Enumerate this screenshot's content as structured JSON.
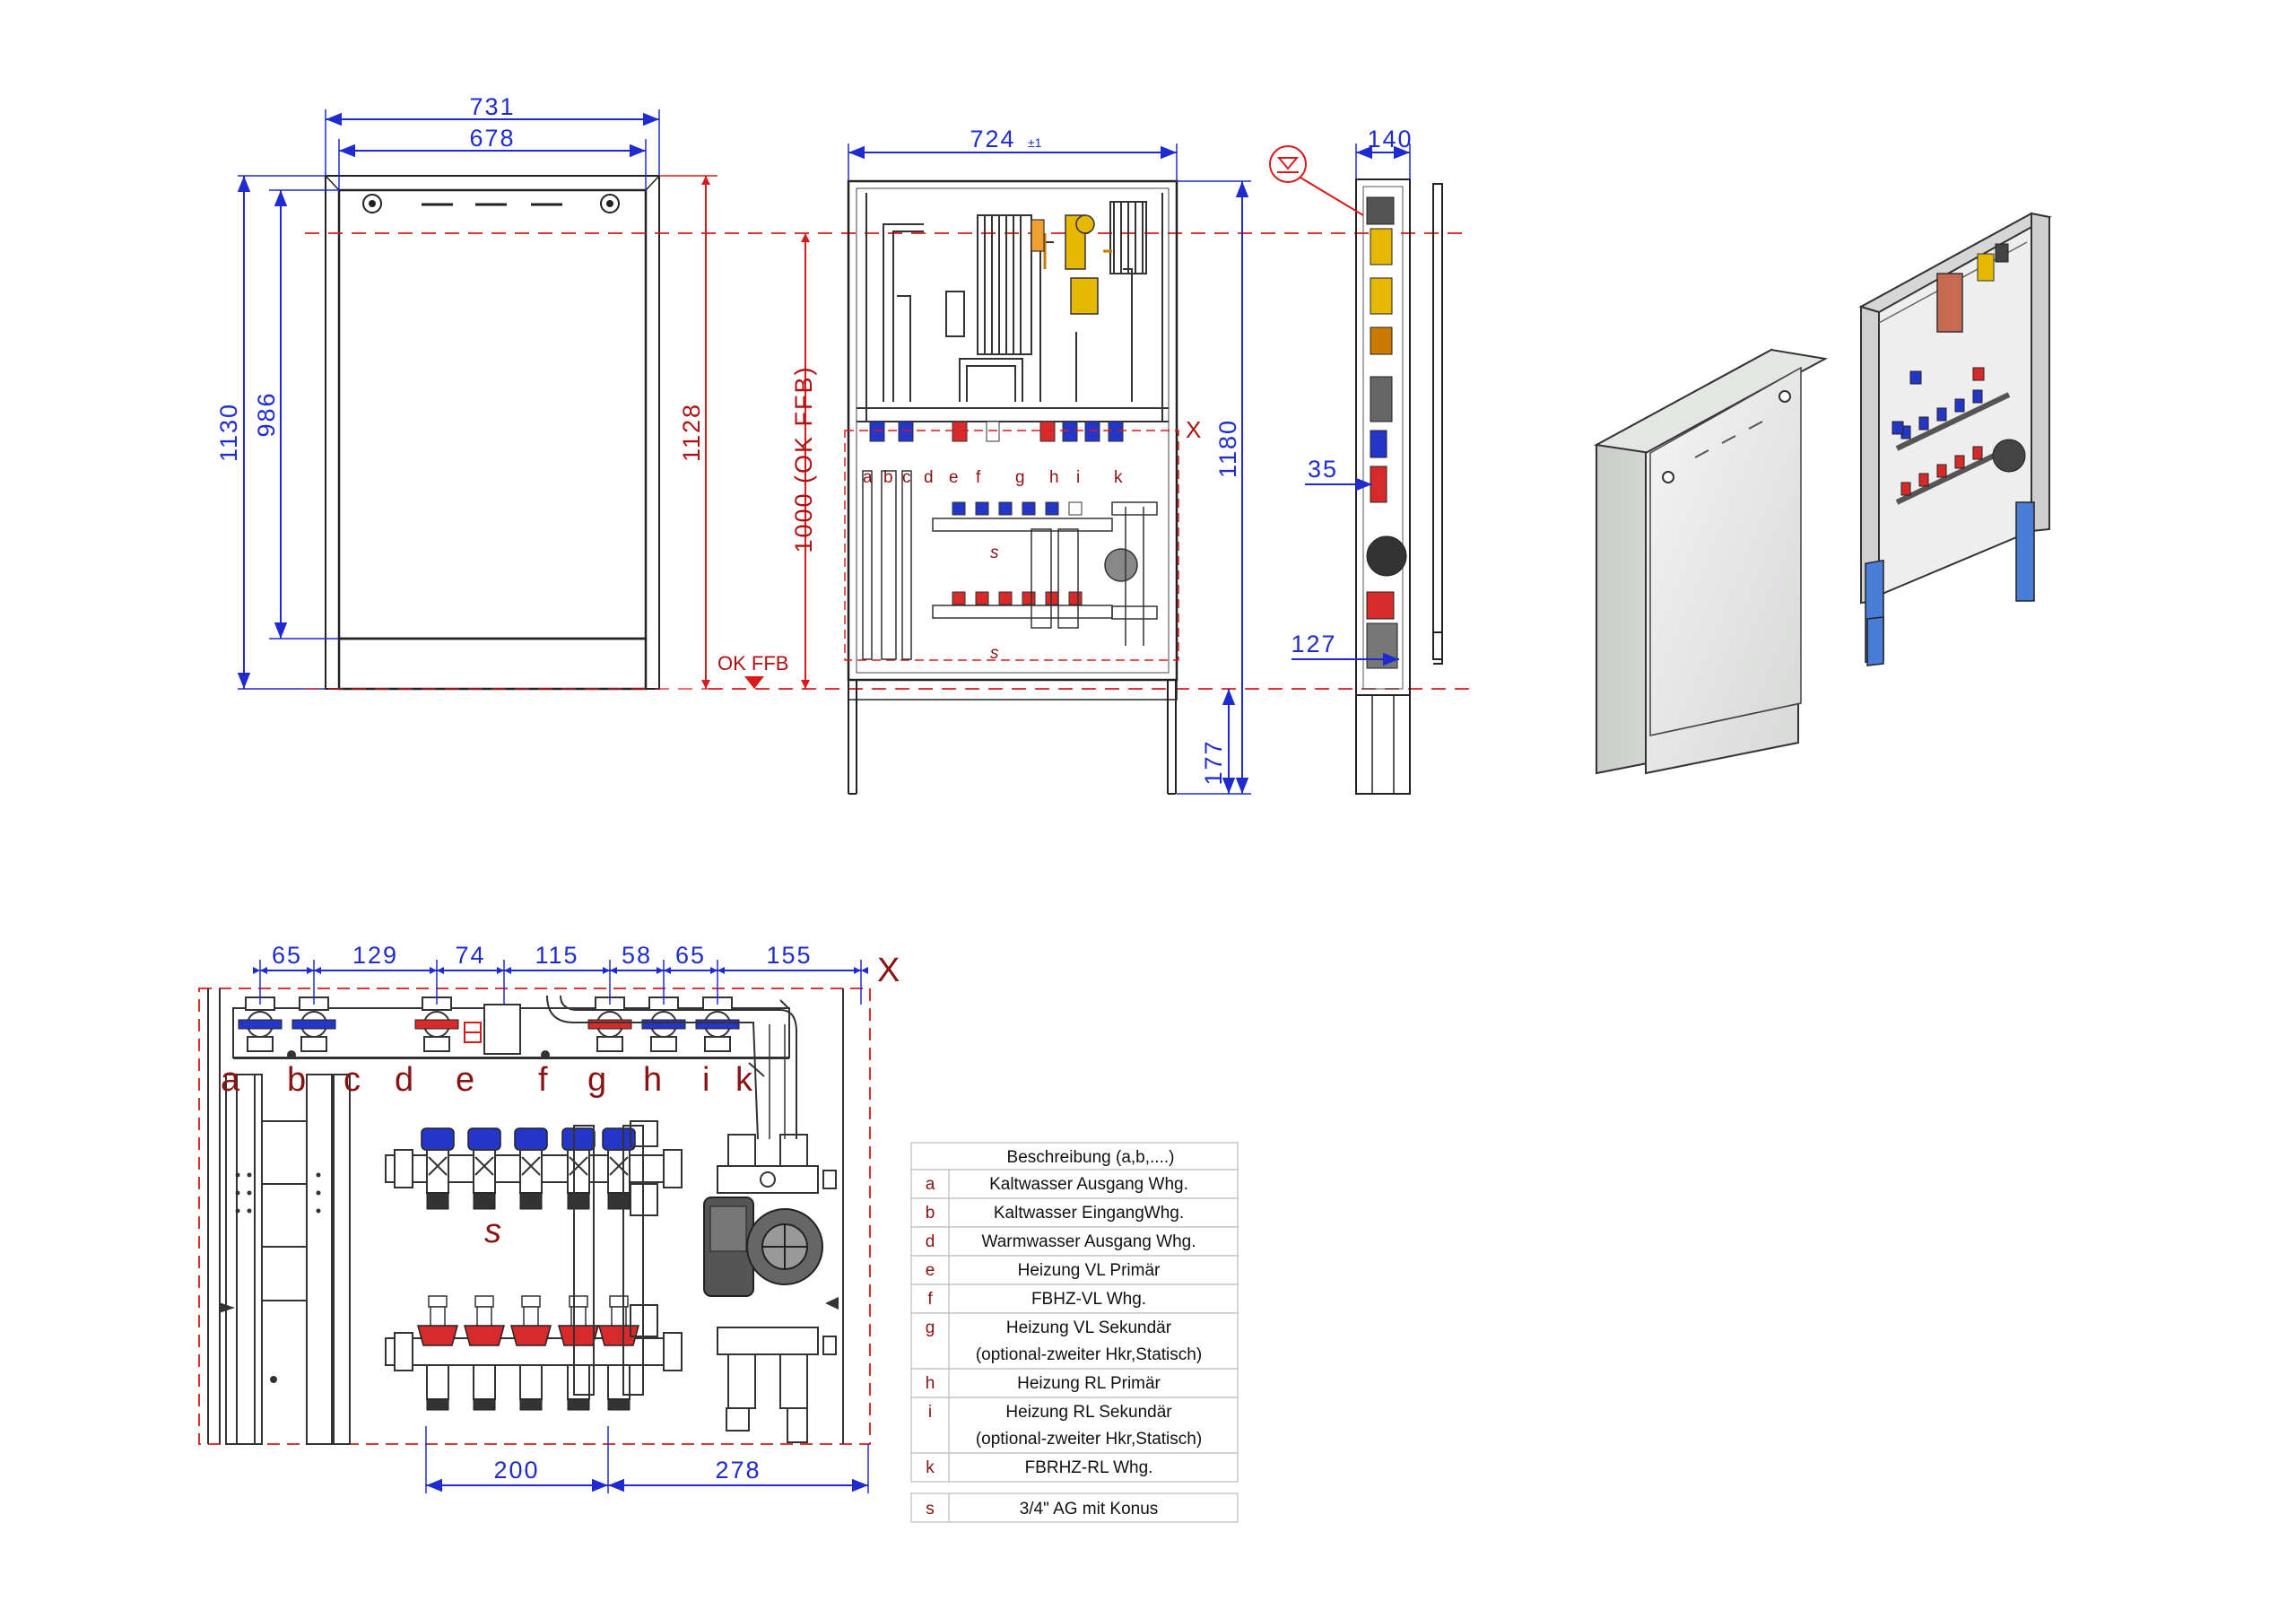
{
  "front_view": {
    "width_outer": "731",
    "width_inner": "678",
    "height_total": "1130",
    "height_door": "986",
    "height_frame": "1128"
  },
  "interior_view": {
    "width": "724",
    "width_tol": "±1",
    "height_ok": "1000 (OK FFB)",
    "ok_label": "OK FFB",
    "height_right": "1180",
    "feet": "177",
    "section_marker": "X",
    "small_letters": [
      "a",
      "b",
      "c",
      "d",
      "e",
      "f",
      "g",
      "h",
      "i",
      "k"
    ],
    "s_label": "s"
  },
  "side_view": {
    "depth": "140",
    "dim_35": "35",
    "dim_127": "127"
  },
  "detail_view": {
    "marker": "X",
    "spacings": [
      "65",
      "129",
      "74",
      "115",
      "58",
      "65",
      "155"
    ],
    "letters": [
      "a",
      "b",
      "c",
      "d",
      "e",
      "f",
      "g",
      "h",
      "i",
      "k"
    ],
    "bottom_dims": [
      "200",
      "278"
    ],
    "s_label": "s"
  },
  "legend": {
    "header": "Beschreibung (a,b,....)",
    "rows": [
      {
        "key": "a",
        "line1": "Kaltwasser Ausgang Whg.",
        "line2": ""
      },
      {
        "key": "b",
        "line1": "Kaltwasser EingangWhg.",
        "line2": ""
      },
      {
        "key": "d",
        "line1": "Warmwasser Ausgang Whg.",
        "line2": ""
      },
      {
        "key": "e",
        "line1": "Heizung VL Primär",
        "line2": ""
      },
      {
        "key": "f",
        "line1": "FBHZ-VL Whg.",
        "line2": ""
      },
      {
        "key": "g",
        "line1": "Heizung VL Sekundär",
        "line2": "(optional-zweiter Hkr,Statisch)"
      },
      {
        "key": "h",
        "line1": "Heizung RL Primär",
        "line2": ""
      },
      {
        "key": "i",
        "line1": "Heizung RL Sekundär",
        "line2": "(optional-zweiter Hkr,Statisch)"
      },
      {
        "key": "k",
        "line1": "FBRHZ-RL Whg.",
        "line2": ""
      }
    ],
    "footer_key": "s",
    "footer_text": "3/4\" AG mit Konus"
  },
  "colors": {
    "dimension": "#1f2bd1",
    "reference_line": "#d81a1a",
    "label_dark_red": "#8a1212",
    "valve_blue": "#2436c8",
    "valve_red": "#d82a2a",
    "valve_yellow": "#e6b800"
  }
}
